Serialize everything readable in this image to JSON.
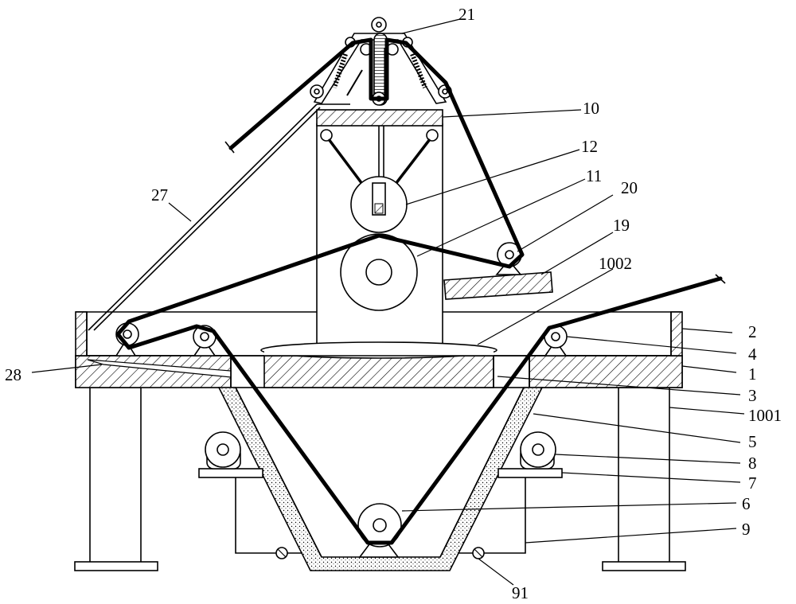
{
  "labels": {
    "l1": "1",
    "l2": "2",
    "l3": "3",
    "l4": "4",
    "l5": "5",
    "l6": "6",
    "l7": "7",
    "l8": "8",
    "l9": "9",
    "l10": "10",
    "l11": "11",
    "l12": "12",
    "l19": "19",
    "l20": "20",
    "l21": "21",
    "l27": "27",
    "l28": "28",
    "l91": "91",
    "l1001": "1001",
    "l1002": "1002"
  }
}
